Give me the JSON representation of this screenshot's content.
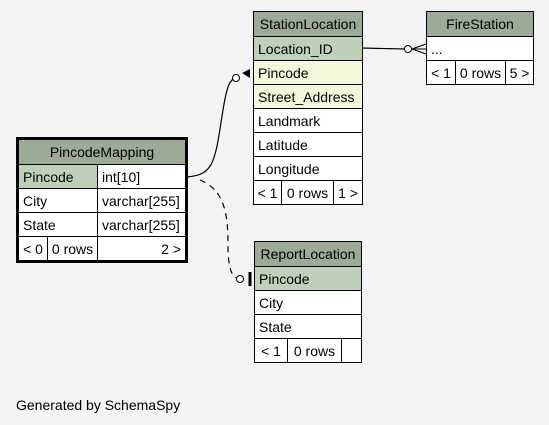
{
  "tables": {
    "station_location": {
      "name": "StationLocation",
      "columns": [
        "Location_ID",
        "Pincode",
        "Street_Address",
        "Landmark",
        "Latitude",
        "Longitude"
      ],
      "footer": [
        "< 1",
        "0 rows",
        "1 >"
      ]
    },
    "fire_station": {
      "name": "FireStation",
      "columns": [
        "..."
      ],
      "footer": [
        "< 1",
        "0 rows",
        "5 >"
      ]
    },
    "pincode_mapping": {
      "name": "PincodeMapping",
      "columns": [
        {
          "name": "Pincode",
          "type": "int[10]"
        },
        {
          "name": "City",
          "type": "varchar[255]"
        },
        {
          "name": "State",
          "type": "varchar[255]"
        }
      ],
      "footer": [
        "< 0",
        "0 rows",
        "2 >"
      ]
    },
    "report_location": {
      "name": "ReportLocation",
      "columns": [
        "Pincode",
        "City",
        "State"
      ],
      "footer": [
        "< 1",
        "0 rows",
        ""
      ]
    }
  },
  "credit": "Generated by SchemaSpy",
  "colors": {
    "header": "#9bab96",
    "primary_key": "#bed1b8",
    "foreign_key": "#f4f7da",
    "background": "#f4f4f4"
  }
}
